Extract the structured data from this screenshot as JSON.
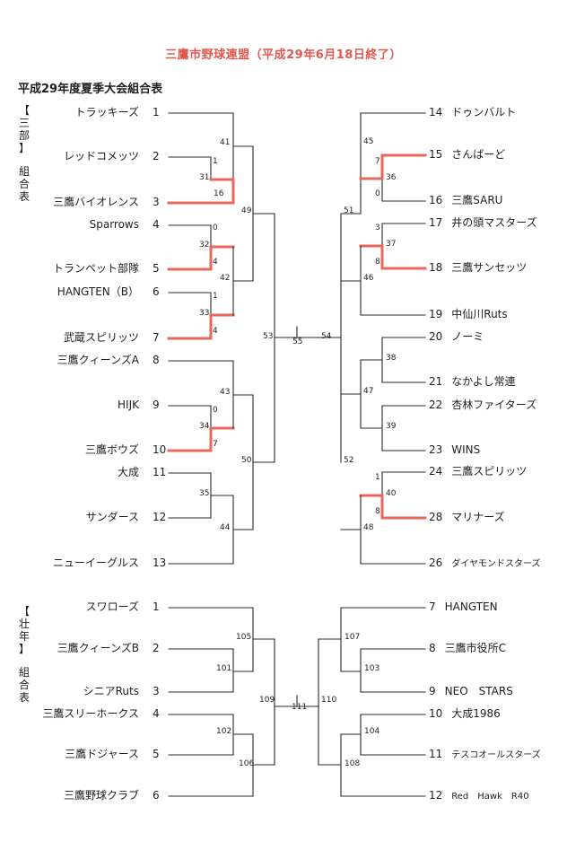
{
  "title": "三鷹市野球連盟（平成29年6月18日終了）",
  "subtitle": "平成29年度夏季大会組合表",
  "divisions": [
    {
      "bracket": "【",
      "close": "】",
      "name_chars": [
        "三",
        "部"
      ],
      "label_chars": [
        "組",
        "合",
        "表"
      ]
    },
    {
      "bracket": "【",
      "close": "】",
      "name_chars": [
        "壮",
        "年"
      ],
      "label_chars": [
        "組",
        "合",
        "表"
      ]
    }
  ],
  "left_teams": [
    {
      "seed": "1",
      "name": "トラッキーズ"
    },
    {
      "seed": "2",
      "name": "レッドコメッツ"
    },
    {
      "seed": "3",
      "name": "三鷹バイオレンス"
    },
    {
      "seed": "4",
      "name": "Sparrows"
    },
    {
      "seed": "5",
      "name": "トランペット部隊"
    },
    {
      "seed": "6",
      "name": "HANGTEN（B）"
    },
    {
      "seed": "7",
      "name": "武蔵スピリッツ"
    },
    {
      "seed": "8",
      "name": "三鷹クィーンズA"
    },
    {
      "seed": "9",
      "name": "HIJK"
    },
    {
      "seed": "10",
      "name": "三鷹ボウズ"
    },
    {
      "seed": "11",
      "name": "大成"
    },
    {
      "seed": "12",
      "name": "サンダース"
    },
    {
      "seed": "13",
      "name": "ニューイーグルス"
    },
    {
      "seed": "1",
      "name": "スワローズ"
    },
    {
      "seed": "2",
      "name": "三鷹クィーンズB"
    },
    {
      "seed": "3",
      "name": "シニアRuts"
    },
    {
      "seed": "4",
      "name": "三鷹スリーホークス"
    },
    {
      "seed": "5",
      "name": "三鷹ドジャース"
    },
    {
      "seed": "6",
      "name": "三鷹野球クラブ"
    }
  ],
  "right_teams": [
    {
      "seed": "14",
      "name": "ドゥンバルト"
    },
    {
      "seed": "15",
      "name": "さんばーど"
    },
    {
      "seed": "16",
      "name": "三鷹SARU"
    },
    {
      "seed": "17",
      "name": "井の頭マスターズ"
    },
    {
      "seed": "18",
      "name": "三鷹サンセッツ"
    },
    {
      "seed": "19",
      "name": "中仙川Ruts"
    },
    {
      "seed": "20",
      "name": "ノーミ"
    },
    {
      "seed": "21",
      "name": "なかよし常連"
    },
    {
      "seed": "22",
      "name": "杏林ファイターズ"
    },
    {
      "seed": "23",
      "name": "WINS"
    },
    {
      "seed": "24",
      "name": "三鷹スピリッツ"
    },
    {
      "seed": "28",
      "name": "マリナーズ"
    },
    {
      "seed": "26",
      "name": "ダイヤモンドスターズ"
    },
    {
      "seed": "7",
      "name": "HANGTEN"
    },
    {
      "seed": "8",
      "name": "三鷹市役所C"
    },
    {
      "seed": "9",
      "name": "NEO　STARS"
    },
    {
      "seed": "10",
      "name": "大成1986"
    },
    {
      "seed": "11",
      "name": "テスコオールスターズ"
    },
    {
      "seed": "12",
      "name": "Red　Hawk　R40"
    }
  ],
  "match_labels": [
    "41",
    "1",
    "31",
    "16",
    "0",
    "32",
    "4",
    "42",
    "1",
    "33",
    "4",
    "49",
    "43",
    "0",
    "34",
    "7",
    "35",
    "44",
    "50",
    "53",
    "55",
    "54",
    "45",
    "7",
    "36",
    "0",
    "51",
    "3",
    "37",
    "8",
    "46",
    "38",
    "47",
    "39",
    "52",
    "1",
    "40",
    "8",
    "48",
    "105",
    "101",
    "109",
    "111",
    "110",
    "102",
    "106",
    "107",
    "103",
    "104",
    "108"
  ],
  "colors": {
    "line": "#2a2a2a",
    "winner": "#e8675e",
    "title": "#e0584e"
  }
}
